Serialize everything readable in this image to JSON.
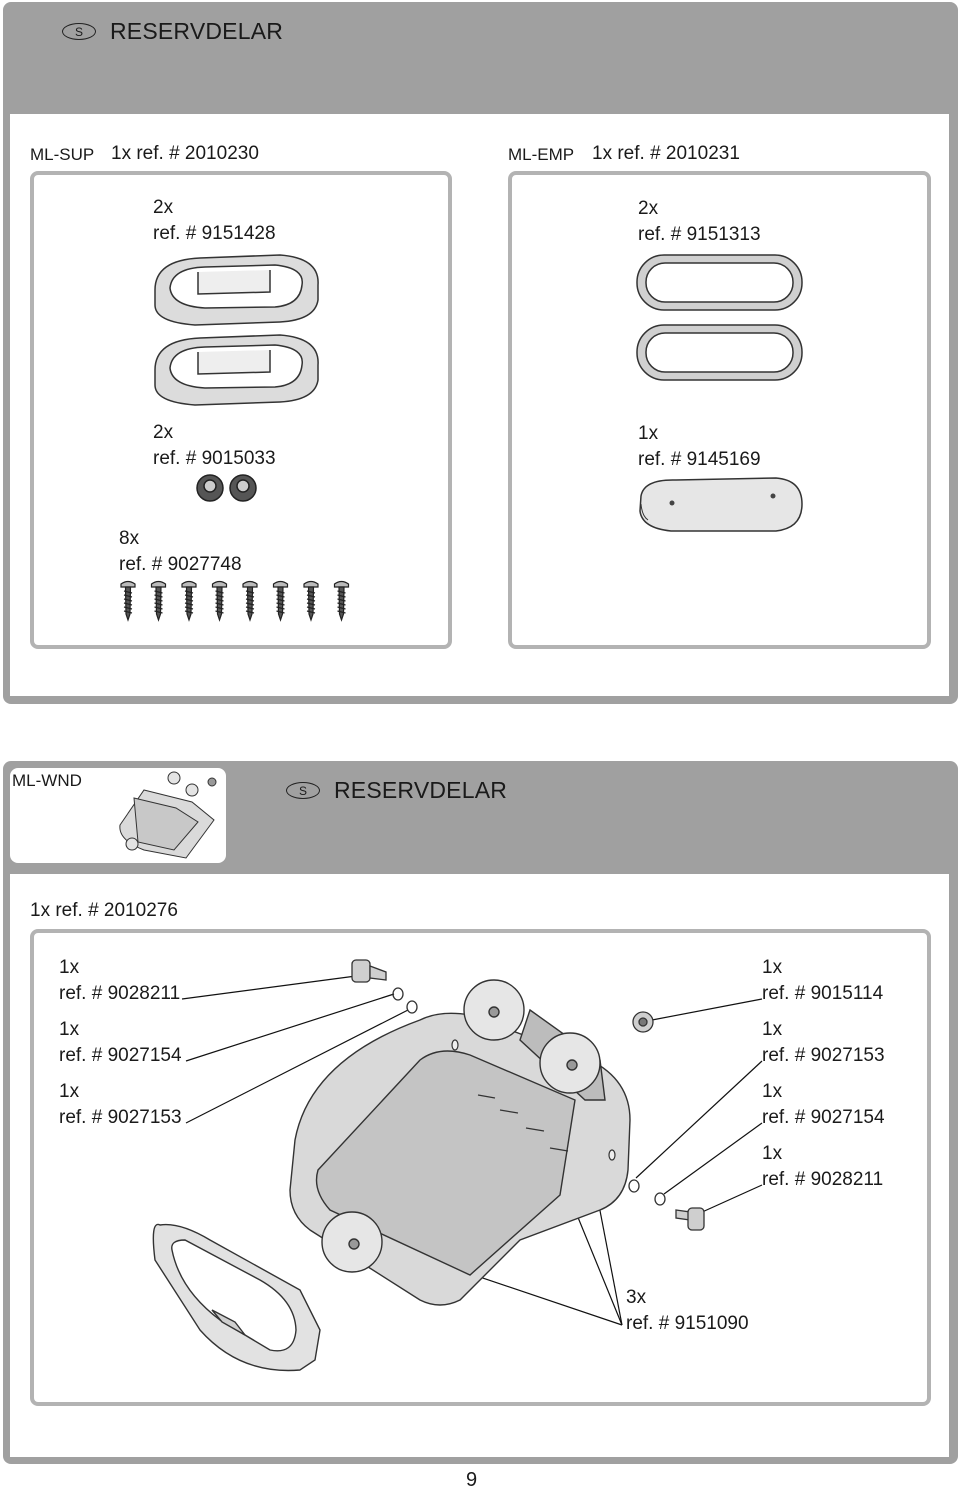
{
  "lang_badge": "S",
  "section1": {
    "title": "RESERVDELAR",
    "left": {
      "model": "ML-SUP",
      "kit": "1x ref. # 2010230",
      "parts": [
        {
          "qty": "2x",
          "ref": "ref. # 9151428",
          "icon": "oval-mounting-frame-icon"
        },
        {
          "qty": "2x",
          "ref": "ref. # 9015033",
          "icon": "rubber-grommet-icon"
        },
        {
          "qty": "8x",
          "ref": "ref. # 9027748",
          "icon": "screw-icon"
        }
      ]
    },
    "right": {
      "model": "ML-EMP",
      "kit": "1x ref. # 2010231",
      "parts": [
        {
          "qty": "2x",
          "ref": "ref. # 9151313",
          "icon": "oval-gasket-icon"
        },
        {
          "qty": "1x",
          "ref": "ref. # 9145169",
          "icon": "oval-plate-icon"
        }
      ]
    }
  },
  "section2": {
    "model": "ML-WND",
    "title": "RESERVDELAR",
    "kit": "1x ref. # 2010276",
    "left_parts": [
      {
        "qty": "1x",
        "ref": "ref. # 9028211"
      },
      {
        "qty": "1x",
        "ref": "ref. # 9027154"
      },
      {
        "qty": "1x",
        "ref": "ref. # 9027153"
      }
    ],
    "right_parts": [
      {
        "qty": "1x",
        "ref": "ref. # 9015114"
      },
      {
        "qty": "1x",
        "ref": "ref. # 9027153"
      },
      {
        "qty": "1x",
        "ref": "ref. # 9027154"
      },
      {
        "qty": "1x",
        "ref": "ref. # 9028211"
      }
    ],
    "bottom_part": {
      "qty": "3x",
      "ref": "ref. # 9151090"
    }
  },
  "page_number": "9",
  "colors": {
    "panel": "#a0a0a0",
    "box_border": "#b3b3b3",
    "part_fill": "#d9d9d9",
    "part_stroke": "#333333"
  }
}
